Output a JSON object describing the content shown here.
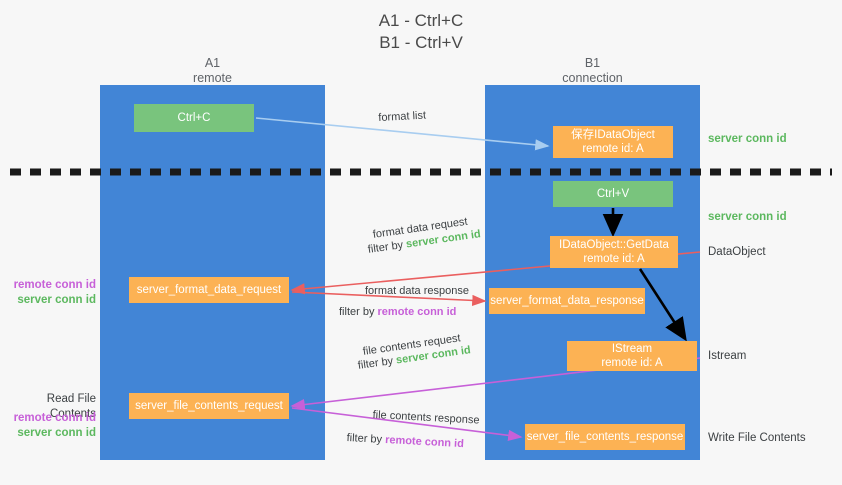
{
  "title": {
    "line1": "A1 - Ctrl+C",
    "line2": "B1 - Ctrl+V"
  },
  "lanes": {
    "a": {
      "name": "A1",
      "role": "remote"
    },
    "b": {
      "name": "B1",
      "role": "connection"
    }
  },
  "boxes": {
    "ctrl_c": {
      "label": "Ctrl+C",
      "color": "#79c47d"
    },
    "save_dataobject": {
      "line1": "保存IDataObject",
      "line2": "remote id: A",
      "color": "#fcb254"
    },
    "ctrl_v": {
      "label": "Ctrl+V",
      "color": "#79c47d"
    },
    "getdata": {
      "line1": "IDataObject::GetData",
      "line2": "remote id: A",
      "color": "#fcb254"
    },
    "format_data_request": {
      "label": "server_format_data_request",
      "color": "#fcb254"
    },
    "format_data_response": {
      "label": "server_format_data_response",
      "color": "#fcb254"
    },
    "istream": {
      "line1": "IStream",
      "line2": "remote id: A",
      "color": "#fcb254"
    },
    "file_contents_request": {
      "label": "server_file_contents_request",
      "color": "#fcb254"
    },
    "file_contents_response": {
      "label": "server_file_contents_response",
      "color": "#fcb254"
    }
  },
  "wire_labels": {
    "format_list": "format list",
    "format_data_request": "format data request",
    "format_data_request_filter_prefix": "filter by ",
    "format_data_request_filter_value": "server conn id",
    "format_data_response": "format data response",
    "format_data_response_filter_prefix": "filter by ",
    "format_data_response_filter_value": "remote conn id",
    "file_contents_request": "file contents request",
    "file_contents_request_filter_prefix": "filter by ",
    "file_contents_request_filter_value": "server conn id",
    "file_contents_response": "file contents response",
    "file_contents_response_filter_prefix": "filter by ",
    "file_contents_response_filter_value": "remote conn id"
  },
  "side_labels": {
    "right": {
      "server_conn_id_top": "server conn id",
      "server_conn_id_mid": "server conn id",
      "dataobject": "DataObject",
      "istream": "Istream",
      "write_file_contents": "Write File Contents"
    },
    "left": {
      "remote_conn_id_1": "remote conn id",
      "server_conn_id_1": "server conn id",
      "read_file_contents": "Read File Contents",
      "remote_conn_id_2": "remote conn id",
      "server_conn_id_2": "server conn id"
    }
  },
  "colors": {
    "lane": "#4285d6",
    "green_box": "#79c47d",
    "orange_box": "#fcb254",
    "server_conn_id": "#5cb85f",
    "remote_conn_id": "#c760d8",
    "format_list_arrow": "#a8cdf0",
    "format_data_arrow": "#ea5f5f",
    "file_contents_arrow": "#c760d8",
    "black_arrow": "#000000",
    "divider": "#1a1a1a",
    "background": "#f7f7f7"
  }
}
